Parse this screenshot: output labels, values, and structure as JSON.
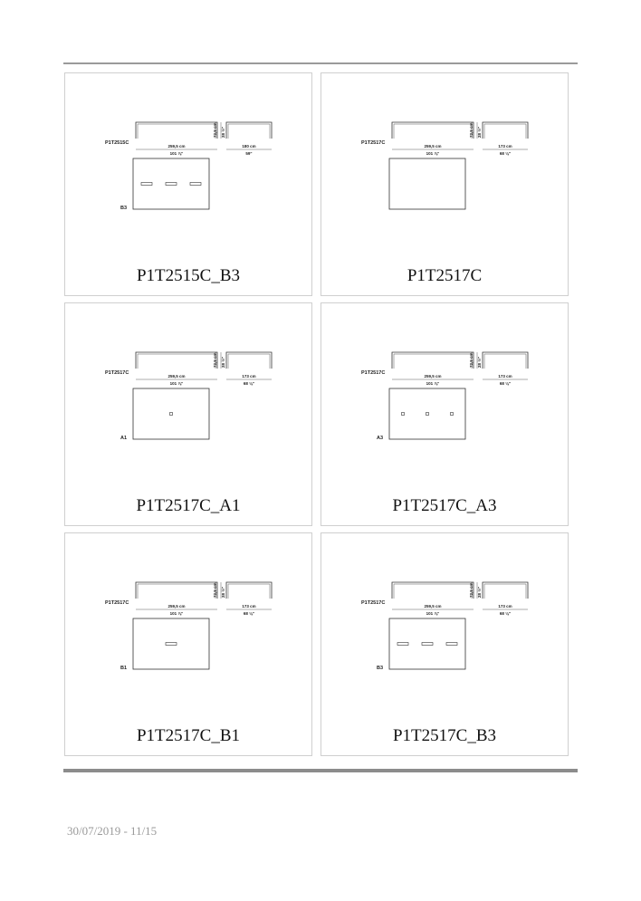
{
  "footer": {
    "date_page": "30/07/2019 - 11/15"
  },
  "cells": [
    {
      "caption": "P1T2515C_B3",
      "code": "P1T2515C",
      "variant": "B3",
      "width_cm": "259,5 cm",
      "width_in": "101 ⅞\"",
      "depth_cm": "180 cm",
      "depth_in": "59\"",
      "height_cm": "72,5 cm",
      "height_in": "28 ½\"",
      "marks": {
        "type": "rect",
        "count": 3
      }
    },
    {
      "caption": "P1T2517C",
      "code": "P1T2517C",
      "variant": "",
      "width_cm": "259,5 cm",
      "width_in": "101 ⅞\"",
      "depth_cm": "173 cm",
      "depth_in": "68 ⅛\"",
      "height_cm": "72,5 cm",
      "height_in": "28 ½\"",
      "marks": {
        "type": "none",
        "count": 0
      }
    },
    {
      "caption": "P1T2517C_A1",
      "code": "P1T2517C",
      "variant": "A1",
      "width_cm": "259,5 cm",
      "width_in": "101 ⅞\"",
      "depth_cm": "173 cm",
      "depth_in": "68 ⅛\"",
      "height_cm": "72,5 cm",
      "height_in": "28 ½\"",
      "marks": {
        "type": "dot",
        "count": 1
      }
    },
    {
      "caption": "P1T2517C_A3",
      "code": "P1T2517C",
      "variant": "A3",
      "width_cm": "259,5 cm",
      "width_in": "101 ⅞\"",
      "depth_cm": "173 cm",
      "depth_in": "68 ⅛\"",
      "height_cm": "72,5 cm",
      "height_in": "28 ½\"",
      "marks": {
        "type": "dot",
        "count": 3
      }
    },
    {
      "caption": "P1T2517C_B1",
      "code": "P1T2517C",
      "variant": "B1",
      "width_cm": "259,5 cm",
      "width_in": "101 ⅞\"",
      "depth_cm": "173 cm",
      "depth_in": "68 ⅛\"",
      "height_cm": "72,5 cm",
      "height_in": "28 ½\"",
      "marks": {
        "type": "rect",
        "count": 1
      }
    },
    {
      "caption": "P1T2517C_B3",
      "code": "P1T2517C",
      "variant": "B3",
      "width_cm": "259,5 cm",
      "width_in": "101 ⅞\"",
      "depth_cm": "173 cm",
      "depth_in": "68 ⅛\"",
      "height_cm": "72,5 cm",
      "height_in": "28 ½\"",
      "marks": {
        "type": "rect",
        "count": 3
      }
    }
  ]
}
